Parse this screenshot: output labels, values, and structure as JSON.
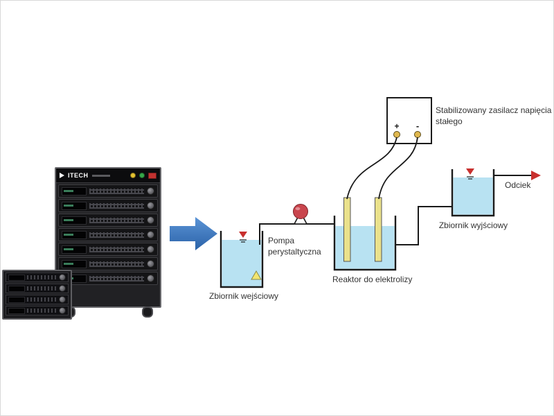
{
  "page": {
    "background": "#ffffff",
    "border_color": "#d8d8d8"
  },
  "equipment": {
    "brand": "ITECH",
    "main_rack_modules": 7,
    "small_rack_modules": 4
  },
  "diagram": {
    "labels": {
      "power_supply": "Stabilizowany zasilacz napięcia stałego",
      "terminal_plus": "+",
      "terminal_minus": "-",
      "pump": "Pompa perystaltyczna",
      "input_tank": "Zbiornik wejściowy",
      "reactor": "Reaktor do elektrolizy",
      "output_tank": "Zbiornik wyjściowy",
      "outflow": "Odciek"
    },
    "colors": {
      "water": "#b8e2f2",
      "electrode": "#eae18b",
      "pump": "#c9454d",
      "level_indicator": "#c8302e",
      "flow_arrow": "#2f6cb3",
      "line": "#1a1a1a"
    }
  }
}
